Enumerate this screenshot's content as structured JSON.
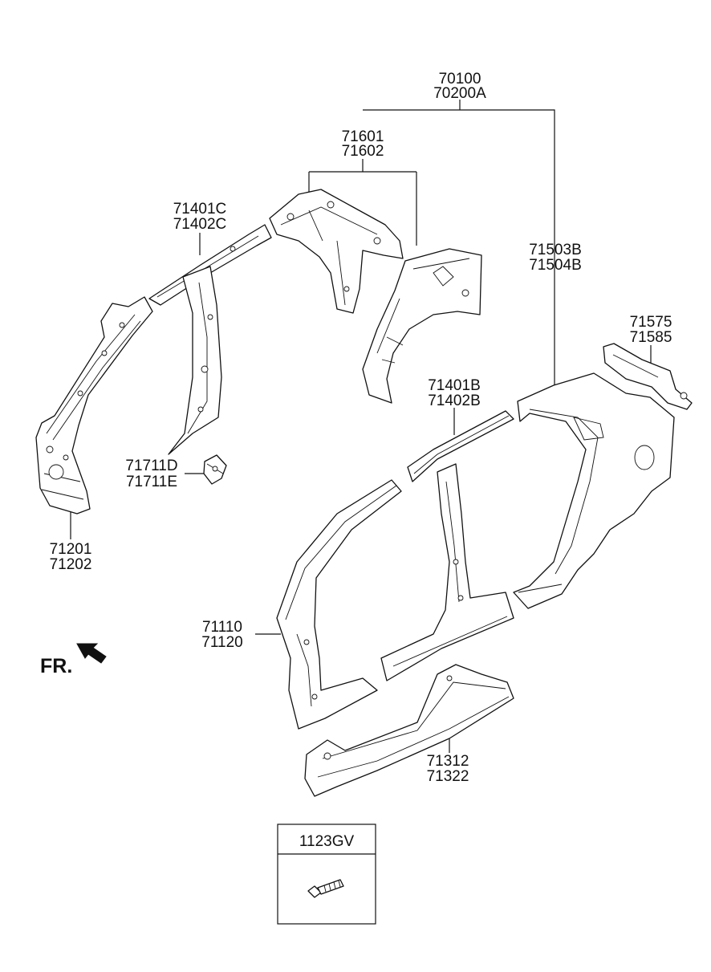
{
  "labels": {
    "assembly": [
      "70100",
      "70200A"
    ],
    "quarter_inner": [
      "71601",
      "71602"
    ],
    "roof_rail_inner": [
      "71401C",
      "71402C"
    ],
    "quarter_outer": [
      "71503B",
      "71504B"
    ],
    "fuel_bracket": [
      "71575",
      "71585"
    ],
    "roof_rail_outer": [
      "71401B",
      "71402B"
    ],
    "reinforcement": [
      "71711D",
      "71711E"
    ],
    "front_pillar_inner": [
      "71201",
      "71202"
    ],
    "side_outer": [
      "71110",
      "71120"
    ],
    "side_sill": [
      "71312",
      "71322"
    ]
  },
  "fastener_box": {
    "code": "1123GV"
  },
  "direction": {
    "label": "FR."
  }
}
